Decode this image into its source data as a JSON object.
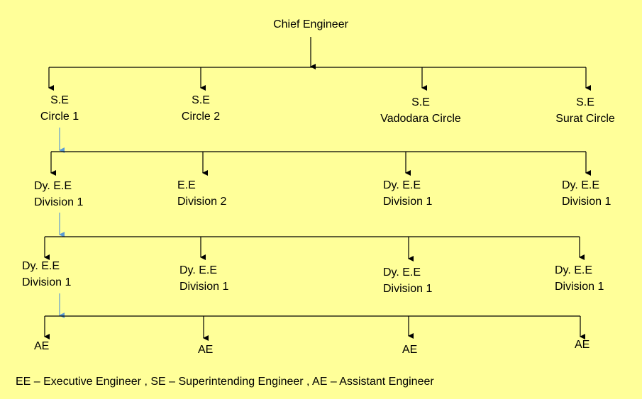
{
  "chief": "Chief Engineer",
  "level1": [
    {
      "line1": "S.E",
      "line2": "Circle 1"
    },
    {
      "line1": "S.E",
      "line2": "Circle 2"
    },
    {
      "line1": "S.E",
      "line2": "Vadodara Circle"
    },
    {
      "line1": "S.E",
      "line2": "Surat Circle"
    }
  ],
  "level2": [
    {
      "line1": "Dy. E.E",
      "line2": "Division 1"
    },
    {
      "line1": "E.E",
      "line2": "Division 2"
    },
    {
      "line1": "Dy. E.E",
      "line2": "Division 1"
    },
    {
      "line1": "Dy. E.E",
      "line2": "Division 1"
    }
  ],
  "level3": [
    {
      "line1": "Dy. E.E",
      "line2": "Division 1"
    },
    {
      "line1": "Dy. E.E",
      "line2": "Division 1"
    },
    {
      "line1": "Dy. E.E",
      "line2": "Division 1"
    },
    {
      "line1": "Dy. E.E",
      "line2": "Division 1"
    }
  ],
  "level4": [
    "AE",
    "AE",
    "AE",
    "AE"
  ],
  "legend": "EE – Executive Engineer , SE – Superintending Engineer , AE – Assistant Engineer",
  "colors": {
    "background": "#ffff99",
    "line": "#000000",
    "link_arrow": "#5b9bd5"
  }
}
